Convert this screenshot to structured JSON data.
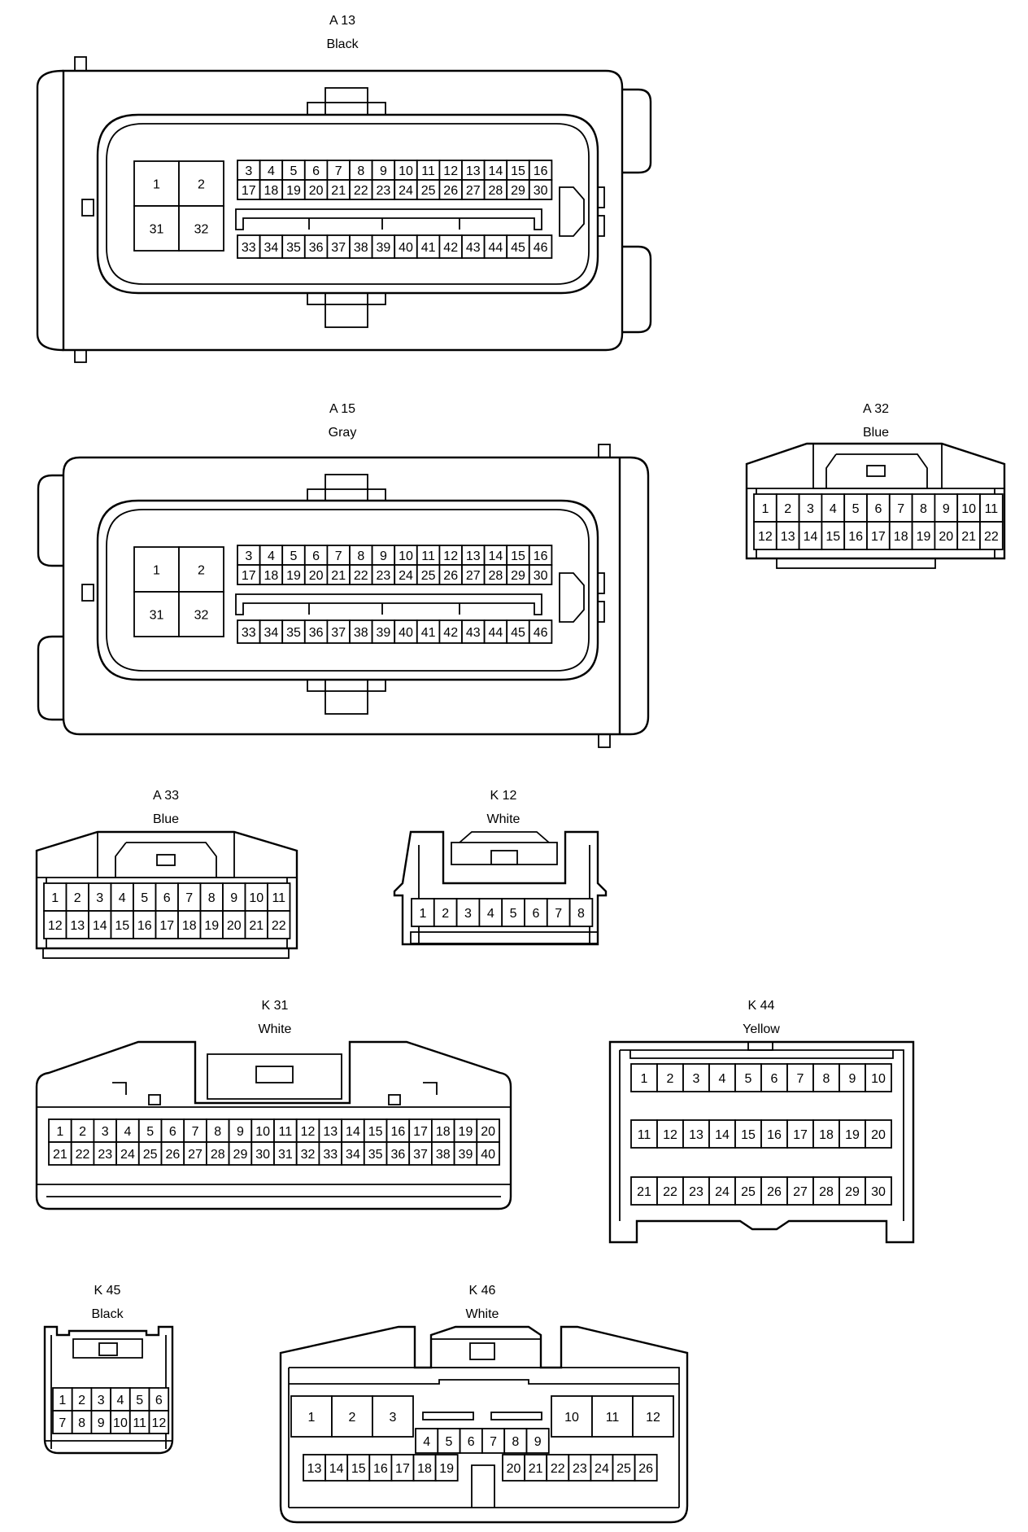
{
  "connectors": [
    {
      "id": "A 13",
      "color": "Black",
      "pins_square": [
        "1",
        "2",
        "31",
        "32"
      ],
      "rows": [
        [
          "3",
          "4",
          "5",
          "6",
          "7",
          "8",
          "9",
          "10",
          "11",
          "12",
          "13",
          "14",
          "15",
          "16"
        ],
        [
          "17",
          "18",
          "19",
          "20",
          "21",
          "22",
          "23",
          "24",
          "25",
          "26",
          "27",
          "28",
          "29",
          "30"
        ],
        [
          "33",
          "34",
          "35",
          "36",
          "37",
          "38",
          "39",
          "40",
          "41",
          "42",
          "43",
          "44",
          "45",
          "46"
        ]
      ]
    },
    {
      "id": "A 15",
      "color": "Gray",
      "pins_square": [
        "1",
        "2",
        "31",
        "32"
      ],
      "rows": [
        [
          "3",
          "4",
          "5",
          "6",
          "7",
          "8",
          "9",
          "10",
          "11",
          "12",
          "13",
          "14",
          "15",
          "16"
        ],
        [
          "17",
          "18",
          "19",
          "20",
          "21",
          "22",
          "23",
          "24",
          "25",
          "26",
          "27",
          "28",
          "29",
          "30"
        ],
        [
          "33",
          "34",
          "35",
          "36",
          "37",
          "38",
          "39",
          "40",
          "41",
          "42",
          "43",
          "44",
          "45",
          "46"
        ]
      ]
    },
    {
      "id": "A 32",
      "color": "Blue",
      "rows": [
        [
          "1",
          "2",
          "3",
          "4",
          "5",
          "6",
          "7",
          "8",
          "9",
          "10",
          "11"
        ],
        [
          "12",
          "13",
          "14",
          "15",
          "16",
          "17",
          "18",
          "19",
          "20",
          "21",
          "22"
        ]
      ]
    },
    {
      "id": "A 33",
      "color": "Blue",
      "rows": [
        [
          "1",
          "2",
          "3",
          "4",
          "5",
          "6",
          "7",
          "8",
          "9",
          "10",
          "11"
        ],
        [
          "12",
          "13",
          "14",
          "15",
          "16",
          "17",
          "18",
          "19",
          "20",
          "21",
          "22"
        ]
      ]
    },
    {
      "id": "K 12",
      "color": "White",
      "rows": [
        [
          "1",
          "2",
          "3",
          "4",
          "5",
          "6",
          "7",
          "8"
        ]
      ]
    },
    {
      "id": "K 31",
      "color": "White",
      "rows": [
        [
          "1",
          "2",
          "3",
          "4",
          "5",
          "6",
          "7",
          "8",
          "9",
          "10",
          "11",
          "12",
          "13",
          "14",
          "15",
          "16",
          "17",
          "18",
          "19",
          "20"
        ],
        [
          "21",
          "22",
          "23",
          "24",
          "25",
          "26",
          "27",
          "28",
          "29",
          "30",
          "31",
          "32",
          "33",
          "34",
          "35",
          "36",
          "37",
          "38",
          "39",
          "40"
        ]
      ]
    },
    {
      "id": "K 44",
      "color": "Yellow",
      "rows": [
        [
          "1",
          "2",
          "3",
          "4",
          "5",
          "6",
          "7",
          "8",
          "9",
          "10"
        ],
        [
          "11",
          "12",
          "13",
          "14",
          "15",
          "16",
          "17",
          "18",
          "19",
          "20"
        ],
        [
          "21",
          "22",
          "23",
          "24",
          "25",
          "26",
          "27",
          "28",
          "29",
          "30"
        ]
      ]
    },
    {
      "id": "K 45",
      "color": "Black",
      "rows": [
        [
          "1",
          "2",
          "3",
          "4",
          "5",
          "6"
        ],
        [
          "7",
          "8",
          "9",
          "10",
          "11",
          "12"
        ]
      ]
    },
    {
      "id": "K 46",
      "color": "White",
      "pins_large_left": [
        "1",
        "2",
        "3"
      ],
      "pins_middle": [
        "4",
        "5",
        "6",
        "7",
        "8",
        "9"
      ],
      "pins_large_right": [
        "10",
        "11",
        "12"
      ],
      "rows": [
        [
          "13",
          "14",
          "15",
          "16",
          "17",
          "18",
          "19"
        ],
        [
          "20",
          "21",
          "22",
          "23",
          "24",
          "25",
          "26"
        ]
      ]
    }
  ]
}
